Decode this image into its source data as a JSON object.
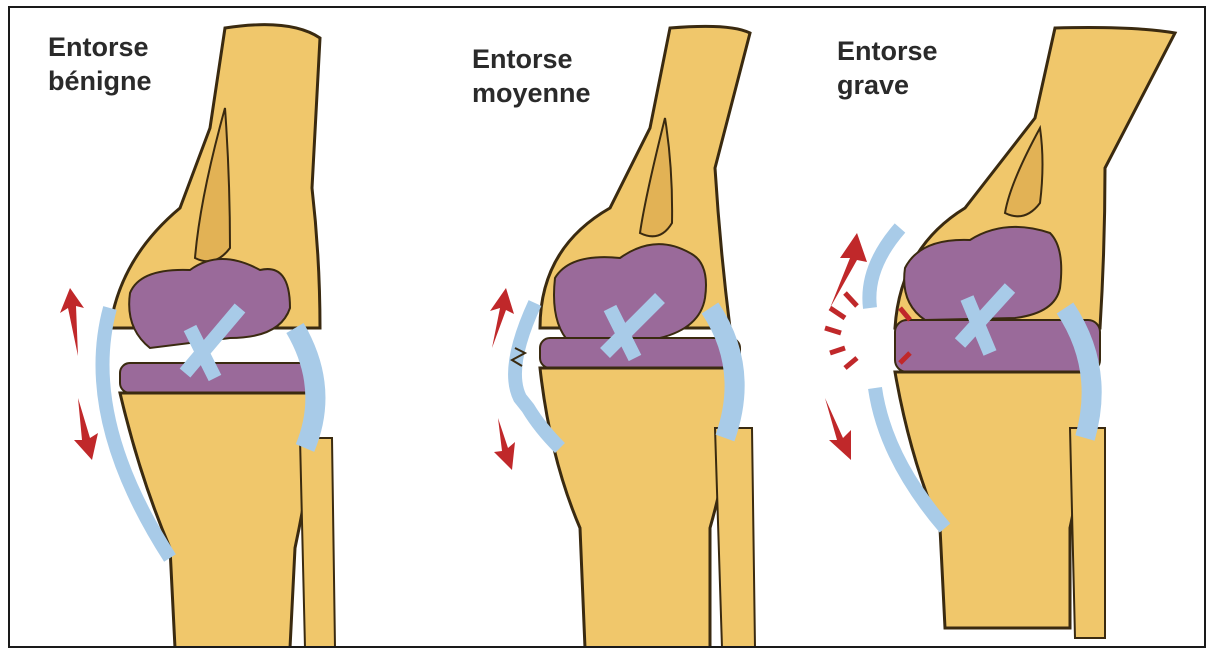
{
  "panels": [
    {
      "label": "Entorse\nbénigne"
    },
    {
      "label": "Entorse\nmoyenne"
    },
    {
      "label": "Entorse\ngrave"
    }
  ],
  "colors": {
    "bone": "#f0c76b",
    "bone_outline": "#3a2a10",
    "cartilage": "#9a6a9a",
    "ligament": "#a8cbe8",
    "arrow": "#c0282a",
    "frame_border": "#1a1a1a"
  },
  "icons": {
    "arrow": "stretch-arrow-icon",
    "tear": "tear-burst-icon"
  }
}
